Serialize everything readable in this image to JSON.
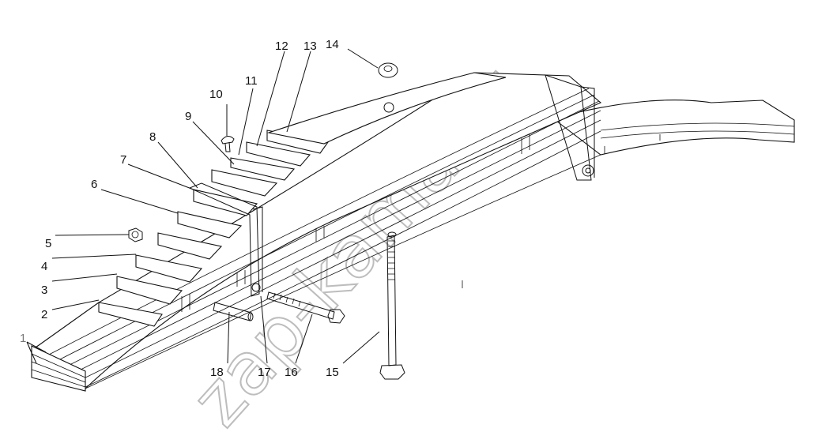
{
  "watermark": "zap-kama.ru",
  "callouts": [
    {
      "id": "1",
      "label": "1"
    },
    {
      "id": "2",
      "label": "2"
    },
    {
      "id": "3",
      "label": "3"
    },
    {
      "id": "4",
      "label": "4"
    },
    {
      "id": "5",
      "label": "5"
    },
    {
      "id": "6",
      "label": "6"
    },
    {
      "id": "7",
      "label": "7"
    },
    {
      "id": "8",
      "label": "8"
    },
    {
      "id": "9",
      "label": "9"
    },
    {
      "id": "10",
      "label": "10"
    },
    {
      "id": "11",
      "label": "11"
    },
    {
      "id": "12",
      "label": "12"
    },
    {
      "id": "13",
      "label": "13"
    },
    {
      "id": "14",
      "label": "14"
    },
    {
      "id": "15",
      "label": "15"
    },
    {
      "id": "16",
      "label": "16"
    },
    {
      "id": "17",
      "label": "17"
    },
    {
      "id": "18",
      "label": "18"
    }
  ]
}
